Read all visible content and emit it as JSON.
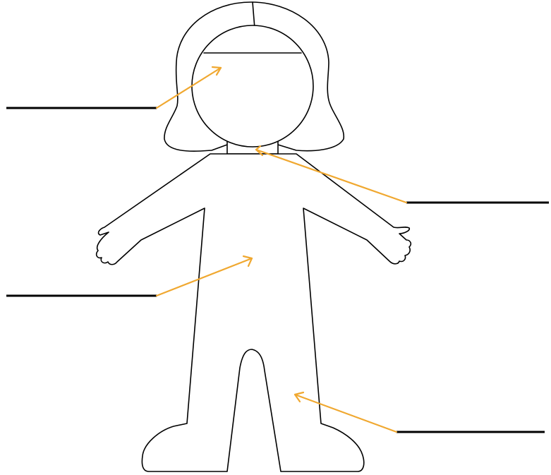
{
  "diagram": {
    "subject": "child-body-outline",
    "pointer_color": "#f0a830",
    "outline_color": "#000000",
    "labels": [
      {
        "id": "head-label",
        "side": "left",
        "text": ""
      },
      {
        "id": "neck-label",
        "side": "right",
        "text": ""
      },
      {
        "id": "body-label",
        "side": "left",
        "text": ""
      },
      {
        "id": "leg-label",
        "side": "right",
        "text": ""
      }
    ]
  }
}
